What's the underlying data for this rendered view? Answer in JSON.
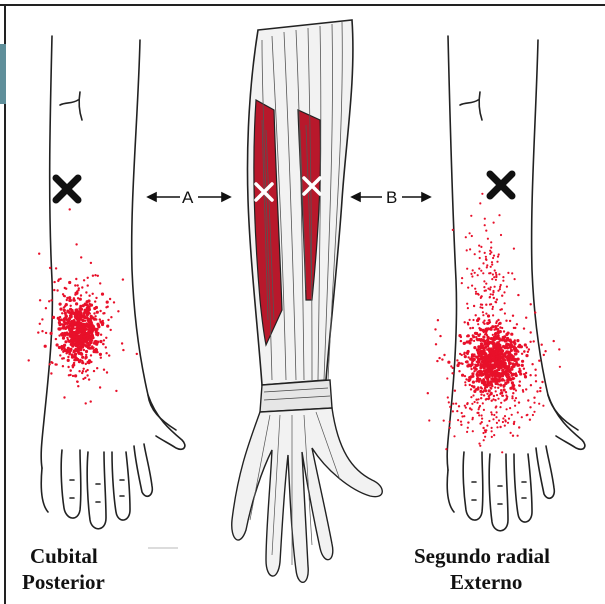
{
  "figure": {
    "left_panel": {
      "line1": "Cubital",
      "line2": "Posterior"
    },
    "right_panel": {
      "line1": "Segundo radial",
      "line2": "Externo"
    },
    "arrows": {
      "a_label": "A",
      "b_label": "B"
    },
    "colors": {
      "referral_dots": "#e8102a",
      "muscle_red": "#b8182b",
      "outline": "#222222"
    }
  }
}
